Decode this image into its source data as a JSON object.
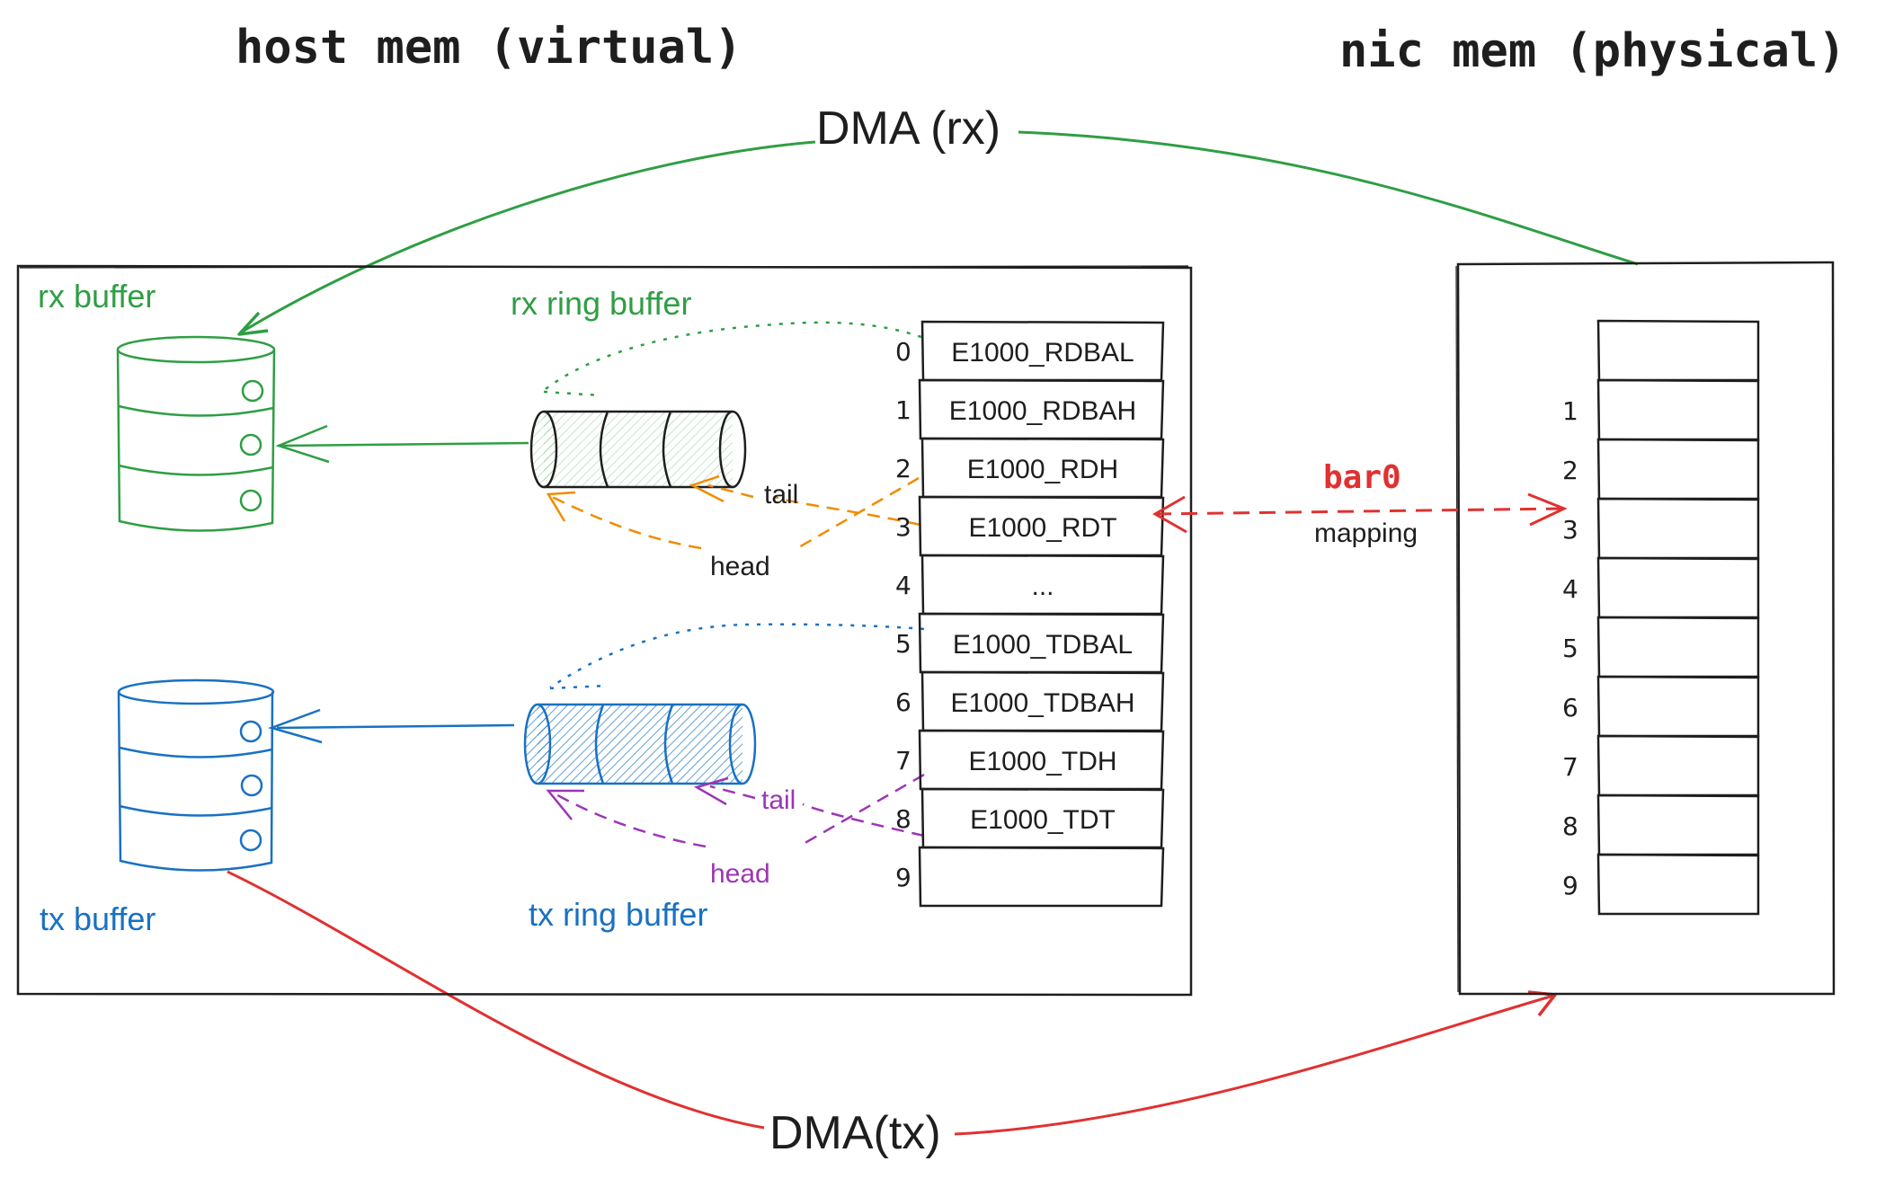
{
  "titles": {
    "host": "host mem (virtual)",
    "nic": "nic mem (physical)"
  },
  "labels": {
    "dma_rx": "DMA (rx)",
    "dma_tx": "DMA(tx)",
    "rx_buffer": "rx buffer",
    "tx_buffer": "tx buffer",
    "rx_ring": "rx ring buffer",
    "tx_ring": "tx ring buffer",
    "rx_tail": "tail",
    "rx_head": "head",
    "tx_tail": "tail",
    "tx_head": "head",
    "bar0": "bar0",
    "mapping": "mapping"
  },
  "host_registers": {
    "indices": [
      "0",
      "1",
      "2",
      "3",
      "4",
      "5",
      "6",
      "7",
      "8",
      "9"
    ],
    "names": [
      "E1000_RDBAL",
      "E1000_RDBAH",
      "E1000_RDH",
      "E1000_RDT",
      "...",
      "E1000_TDBAL",
      "E1000_TDBAH",
      "E1000_TDH",
      "E1000_TDT",
      ""
    ]
  },
  "nic_registers": {
    "indices": [
      "",
      "1",
      "2",
      "3",
      "4",
      "5",
      "6",
      "7",
      "8",
      "9"
    ]
  },
  "colors": {
    "green": "#2f9e44",
    "blue": "#1971c2",
    "red": "#e03131",
    "orange": "#f08c00",
    "purple": "#9c36b5",
    "black": "#1e1e1e"
  }
}
